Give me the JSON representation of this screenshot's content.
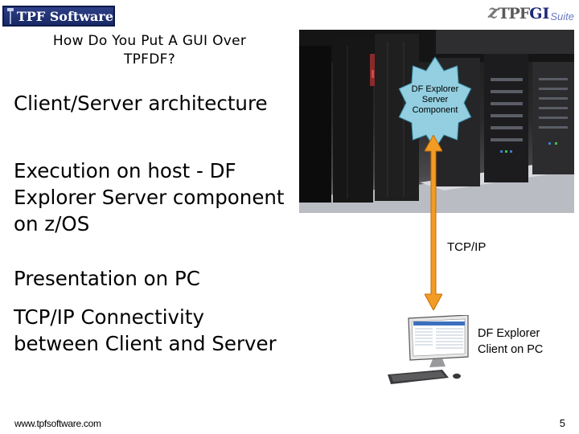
{
  "header": {
    "left_logo_text": "TPF Software",
    "right_logo": {
      "z": "z",
      "tpf": "TPF",
      "gi": "GI",
      "suite": "Suite"
    }
  },
  "slide": {
    "title_line1": "How Do You Put A GUI Over",
    "title_line2": "TPFDF?",
    "bullets": [
      "Client/Server architecture",
      "Execution on host - DF Explorer Server component on z/OS",
      "Presentation on PC",
      "TCP/IP Connectivity between Client and Server"
    ]
  },
  "diagram": {
    "server_component_label": [
      "DF Explorer",
      "Server",
      "Component"
    ],
    "link_label": "TCP/IP",
    "client_label": [
      "DF Explorer",
      "Client on PC"
    ]
  },
  "footer": {
    "url": "www.tpfsoftware.com",
    "page_number": "5"
  },
  "colors": {
    "star_fill": "#93cfe0",
    "star_stroke": "#3a8ea8",
    "arrow_fill": "#f29b25",
    "arrow_stroke": "#c46e00",
    "logo_bg": "#1a2a66"
  }
}
